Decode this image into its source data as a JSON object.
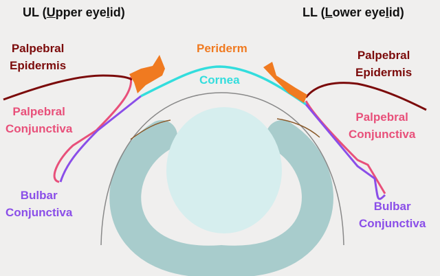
{
  "headers": {
    "upper": {
      "pre": "UL (",
      "u1": "U",
      "mid": "pper eye",
      "u2": "l",
      "post": "id)"
    },
    "lower": {
      "pre": "LL (",
      "u1": "L",
      "mid": "ower eye",
      "u2": "l",
      "post": "id)"
    }
  },
  "labels": {
    "periderm": "Periderm",
    "cornea": "Cornea",
    "left_epidermis": [
      "Palpebral",
      "Epidermis"
    ],
    "right_epidermis": [
      "Palpebral",
      "Epidermis"
    ],
    "left_palpebral_conj": [
      "Palpebral",
      "Conjunctiva"
    ],
    "right_palpebral_conj": [
      "Palpebral",
      "Conjunctiva"
    ],
    "left_bulbar_conj": [
      "Bulbar",
      "Conjunctiva"
    ],
    "right_bulbar_conj": [
      "Bulbar",
      "Conjunctiva"
    ]
  },
  "colors": {
    "epidermis": "#7b0a0a",
    "periderm": "#f07a20",
    "cornea": "#33dddd",
    "palpebral_conjunctiva": "#e8507a",
    "bulbar_conjunctiva": "#8a4ee8",
    "iris": "#a8cccc",
    "lens": "#d6eeee"
  }
}
